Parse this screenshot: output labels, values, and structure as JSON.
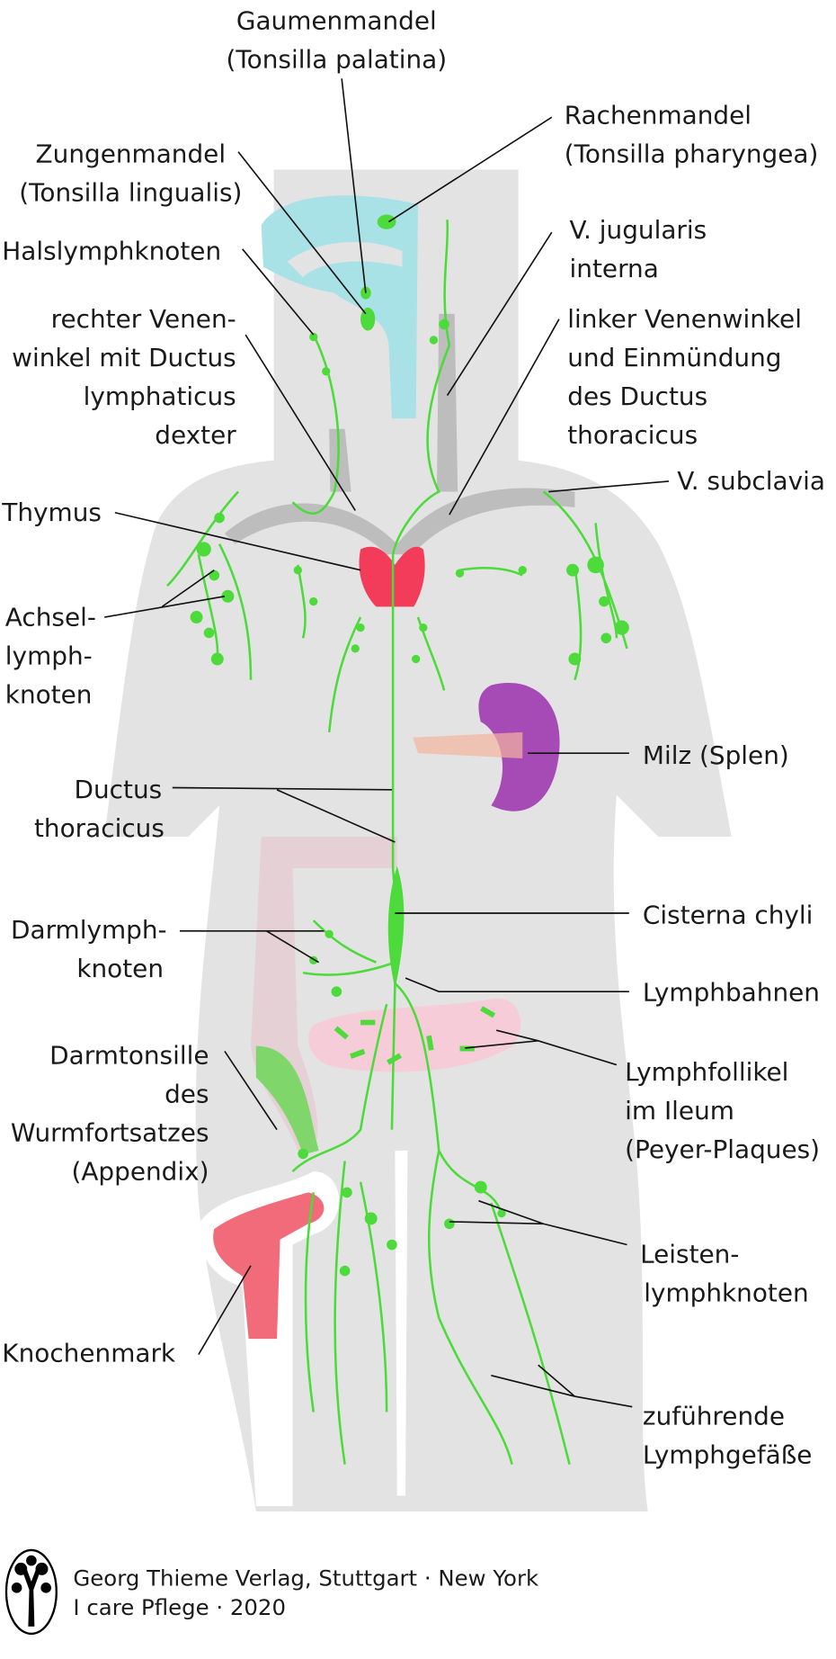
{
  "labels": {
    "gaumenmandel": [
      "Gaumenmandel",
      "(Tonsilla palatina)"
    ],
    "rachenmandel": [
      "Rachenmandel",
      "(Tonsilla pharyngea)"
    ],
    "zungenmandel": [
      "Zungenmandel",
      "(Tonsilla lingualis)"
    ],
    "halslymphknoten": [
      "Halslymphknoten"
    ],
    "rechter_venenwinkel": [
      "rechter Venen-",
      "winkel mit Ductus",
      "lymphaticus",
      "dexter"
    ],
    "v_jugularis": [
      "V. jugularis",
      "interna"
    ],
    "linker_venenwinkel": [
      "linker Venenwinkel",
      "und Einmündung",
      "des Ductus",
      "thoracicus"
    ],
    "v_subclavia": [
      "V. subclavia"
    ],
    "thymus": [
      "Thymus"
    ],
    "achsellymphknoten": [
      "Achsel-",
      "lymph-",
      "knoten"
    ],
    "milz": [
      "Milz (Splen)"
    ],
    "ductus_thoracicus": [
      "Ductus",
      "thoracicus"
    ],
    "darmlymphknoten": [
      "Darmlymph-",
      "knoten"
    ],
    "cisterna_chyli": [
      "Cisterna chyli"
    ],
    "lymphbahnen": [
      "Lymphbahnen"
    ],
    "darmtonsille": [
      "Darmtonsille",
      "des",
      "Wurmfortsatzes",
      "(Appendix)"
    ],
    "lymphfollikel": [
      "Lymphfollikel",
      "im Ileum",
      "(Peyer-Plaques)"
    ],
    "leistenlymphknoten": [
      "Leisten-",
      "lymphknoten"
    ],
    "knochenmark": [
      "Knochenmark"
    ],
    "zufuehrende": [
      "zuführende",
      "Lymphgefäße"
    ]
  },
  "footer": {
    "line1": "Georg Thieme Verlag, Stuttgart · New York",
    "line2": "I care Pflege · 2020",
    "logo_text": "Thieme tree logo"
  },
  "colors": {
    "lymph": "#4cdb3a",
    "body": "#e3e3e3",
    "thymus": "#f23c5a",
    "spleen": "#a64ab5",
    "airway": "#a9e2e6"
  }
}
